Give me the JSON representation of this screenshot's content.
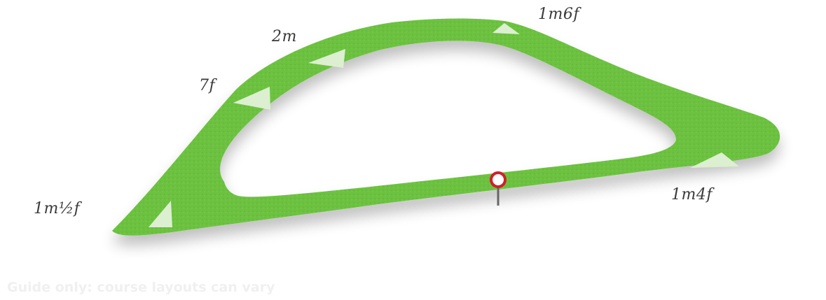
{
  "map": {
    "track_color": "#6cc23f",
    "infield_color": "#ffffff",
    "arrow_color": "#dcefd0",
    "post_color": "#d0202a",
    "distance_labels": {
      "d_1m6f": "1m6f",
      "d_2m": "2m",
      "d_7f": "7f",
      "d_1m12f": "1m½f",
      "d_1m4f": "1m4f"
    },
    "winning_post": "winning-post-icon",
    "direction_arrows": [
      "arrow-up-icon",
      "arrow-up-icon",
      "arrow-up-icon",
      "arrow-up-icon",
      "arrow-up-icon"
    ]
  },
  "footer": {
    "disclaimer": "Guide only: course layouts can vary"
  }
}
